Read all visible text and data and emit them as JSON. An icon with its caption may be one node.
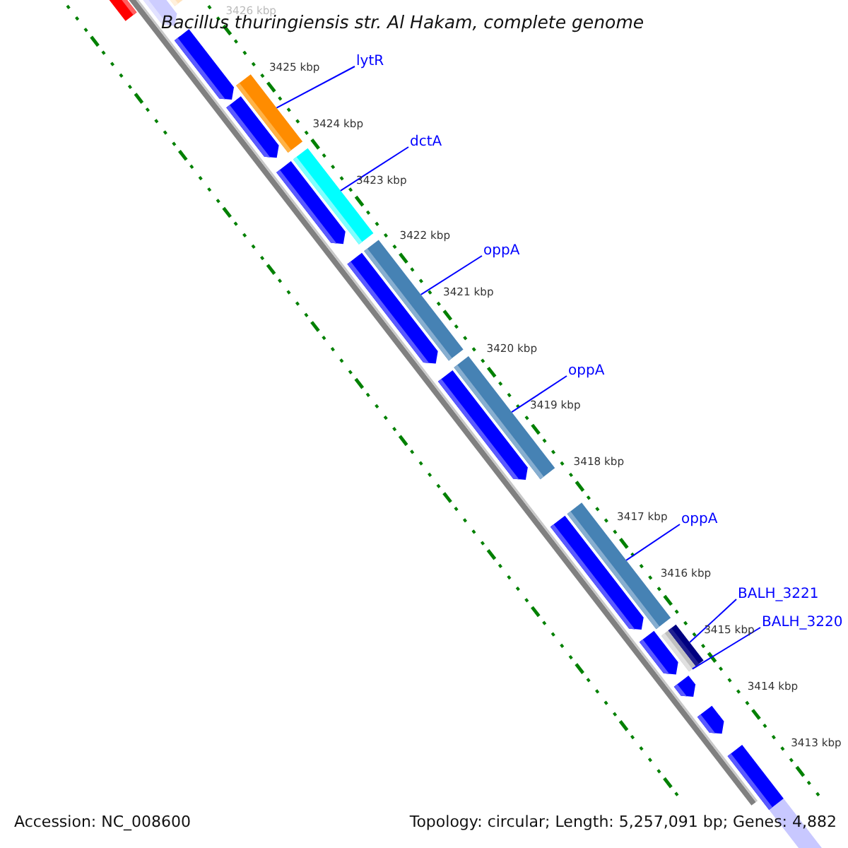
{
  "diagram": {
    "title": "Bacillus thuringiensis str. Al Hakam, complete genome",
    "nodes": [
      {
        "text": [
          "lytR"
        ]
      },
      {
        "text": [],
        "shape": "bar"
      },
      {
        "text": [
          "dctA"
        ]
      },
      {
        "text": [],
        "shape": "bar"
      },
      {
        "text": [
          "oppA"
        ]
      },
      {
        "text": [],
        "shape": "bar"
      },
      {
        "text": [
          "oppA"
        ]
      },
      {
        "text": [],
        "shape": "bar"
      },
      {
        "text": [
          "oppA"
        ]
      },
      {
        "text": [],
        "shape": "bar"
      },
      {
        "text": [
          "BALH_3221"
        ]
      },
      {
        "text": [],
        "shape": "bar"
      },
      {
        "text": [
          "BALH_3220"
        ]
      },
      {
        "text": [],
        "shape": "bar"
      },
      {
        "text": [],
        "shape": "bar"
      },
      {
        "text": [],
        "shape": "bar"
      },
      {
        "text": [],
        "shape": "pentagon"
      },
      {
        "text": [],
        "shape": "pentagon"
      },
      {
        "text": [],
        "shape": "pentagon"
      },
      {
        "text": [],
        "shape": "pentagon"
      },
      {
        "text": [],
        "shape": "pentagon"
      },
      {
        "text": [],
        "shape": "pentagon"
      },
      {
        "text": [],
        "shape": "pentagon"
      },
      {
        "text": [],
        "shape": "pentagon"
      },
      {
        "text": [],
        "shape": "pentagon"
      },
      {
        "text": [],
        "shape": "pentagon"
      },
      {
        "text": [],
        "shape": "pentagon"
      }
    ],
    "edges": [
      {
        "from": 0,
        "to": 1,
        "arrow": "none"
      },
      {
        "from": 2,
        "to": 3,
        "arrow": "none"
      },
      {
        "from": 4,
        "to": 5,
        "arrow": "none"
      },
      {
        "from": 6,
        "to": 7,
        "arrow": "none"
      },
      {
        "from": 8,
        "to": 9,
        "arrow": "none"
      },
      {
        "from": 10,
        "to": 11,
        "arrow": "none"
      },
      {
        "from": 12,
        "to": 13,
        "arrow": "none"
      }
    ],
    "labels": [
      "3426 kbp",
      "3425 kbp",
      "3424 kbp",
      "3423 kbp",
      "3422 kbp",
      "3421 kbp",
      "3420 kbp",
      "3419 kbp",
      "3418 kbp",
      "3417 kbp",
      "3416 kbp",
      "3415 kbp",
      "3414 kbp",
      "3413 kbp",
      "Accession: NC_008600",
      "Topology: circular; Length: 5,257,091 bp; Genes: 4,882"
    ]
  }
}
